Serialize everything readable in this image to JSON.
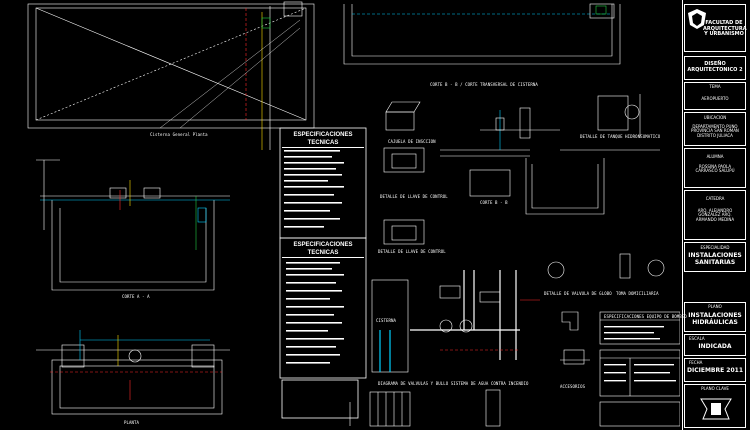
{
  "colors": {
    "background": "#000000",
    "lines": "#ffffff",
    "pipes_cyan": "#00d0ff",
    "pipes_green": "#22cc44",
    "pipes_red": "#ff2a2a",
    "pipes_yellow": "#ffe000",
    "pipes_magenta": "#ff33cc"
  },
  "drawing_labels": {
    "plan_top_left": "Cisterna General Planta",
    "section_top_right": "CORTE B - B  /  CORTE TRANSVERSAL DE CISTERNA",
    "caja_inspeccion": "CAJUELA DE INSCCION",
    "detalle_llave_control": "DETALLE DE LLAVE DE CONTROL",
    "detalle_tanque": "DETALLE DE TANQUE HIDRONEUMATICO",
    "corte_b": "CORTE B - B",
    "corte_a": "CORTE A - A",
    "detalle_valvula": "DETALLE DE VALVULA DE GLOBO",
    "toma_domiciliaria": "TOMA DOMICILIARIA",
    "planta": "PLANTA",
    "diagrama": "DIAGRAMA DE VALVULAS Y BULLO SISTEMA DE AGUA CONTRA INCENDIO",
    "accesorios": "ACCESORIOS",
    "cisterna_tag": "CISTERNA",
    "especificaciones_equipo": "ESPECIFICACIONES EQUIPO DE BOMBEO"
  },
  "specs": {
    "title_1": "ESPECIFICACIONES TECNICAS",
    "title_2": "ESPECIFICACIONES TECNICAS"
  },
  "title_block": {
    "school": "FACULTAD DE ARQUITECTURA Y URBANISMO",
    "course_label": "DISEÑO ARQUITECTONICO 2",
    "field_1": "TEMA",
    "project": "AEROPUERTO",
    "field_2": "UBICACION",
    "location": "DEPARTAMENTO PUNO PROVINCIA SAN ROMAN DISTRITO JULIACA",
    "field_3": "ALUMNA",
    "student": "ROSSINA PAOLA CARRASCO SALUPÚ",
    "field_4": "CATEDRA",
    "teachers": "ARQ. ALEJANDRO GONZALEZ ARQ. ARMANDO MEDINA",
    "field_5": "ESPECIALIDAD",
    "specialty": "INSTALACIONES SANITARIAS",
    "field_6": "PLANO",
    "sheet": "INSTALACIONES HIDRÁULICAS",
    "field_7": "ESCALA",
    "scale": "INDICADA",
    "field_8": "FECHA",
    "date": "DICIEMBRE 2011",
    "field_9": "PLANO CLAVE"
  }
}
